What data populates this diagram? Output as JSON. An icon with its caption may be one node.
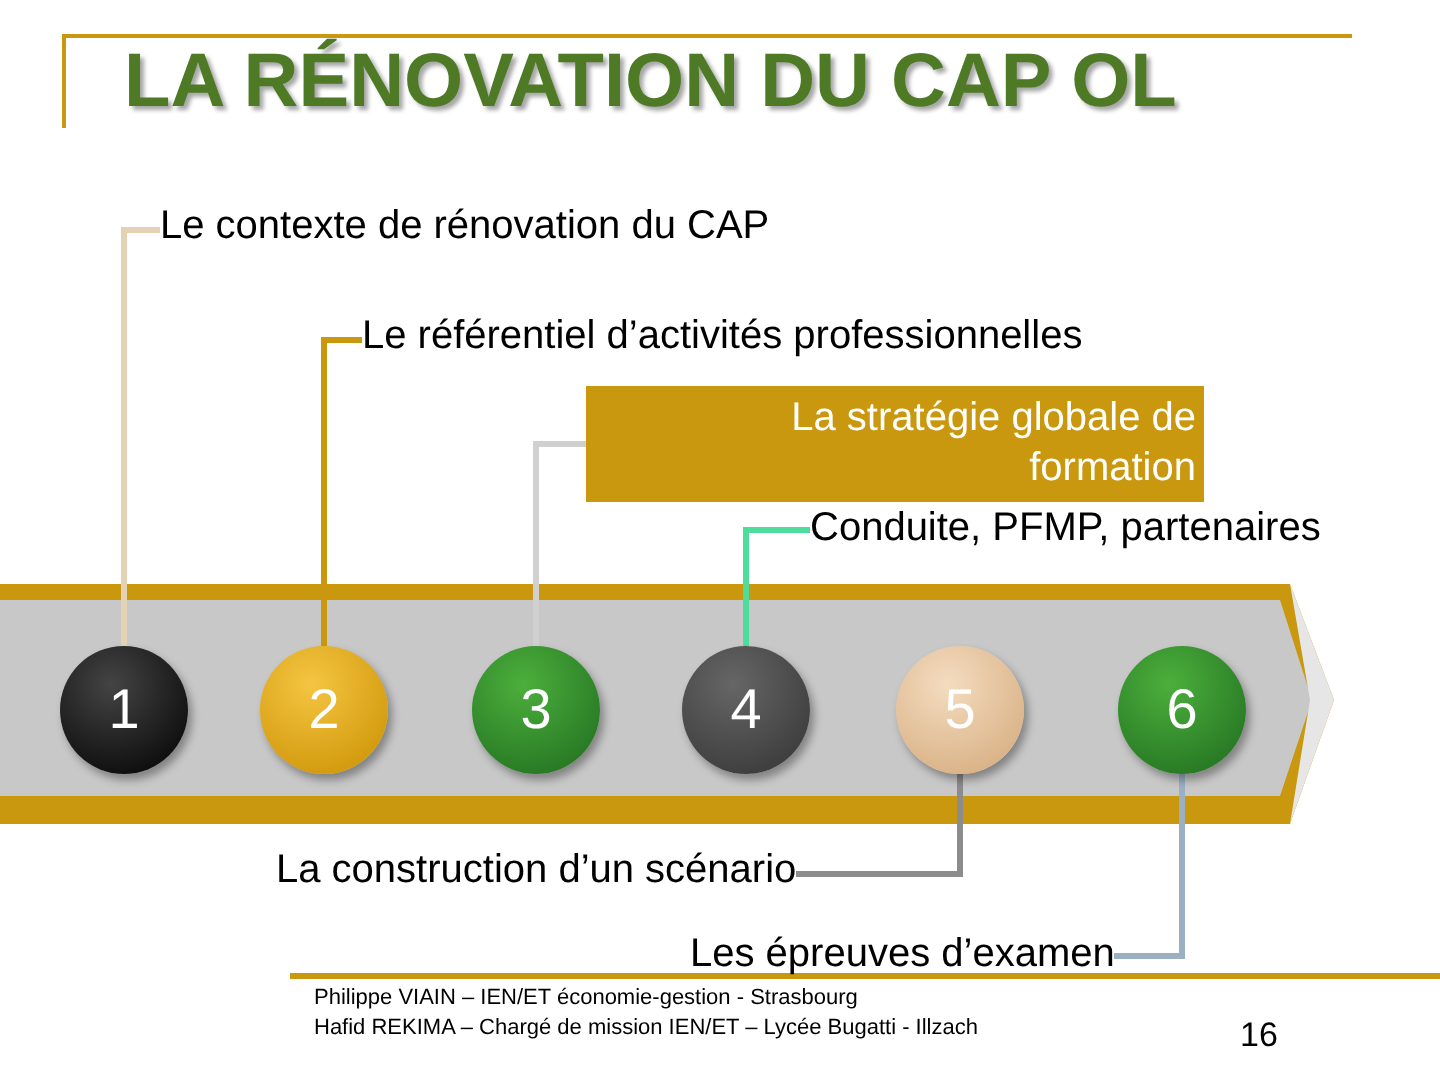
{
  "diagram": {
    "title": "LA RÉNOVATION DU CAP OL",
    "nodes": [
      {
        "text": [
          "1"
        ]
      },
      {
        "text": [
          "2"
        ]
      },
      {
        "text": [
          "3"
        ]
      },
      {
        "text": [
          "4"
        ]
      },
      {
        "text": [
          "5"
        ]
      },
      {
        "text": [
          "6"
        ]
      },
      {
        "text": [
          "Le contexte de rénovation du CAP"
        ]
      },
      {
        "text": [
          "Le référentiel d’activités professionnelles"
        ]
      },
      {
        "text": [
          "La stratégie globale de formation"
        ]
      },
      {
        "text": [
          "Conduite, PFMP, partenaires"
        ]
      },
      {
        "text": [
          "La construction d’un scénario"
        ]
      },
      {
        "text": [
          "Les épreuves d’examen"
        ]
      }
    ],
    "edges": [
      {
        "from": 0,
        "to": 6,
        "arrow": "none",
        "color": "#e3d2b4"
      },
      {
        "from": 1,
        "to": 7,
        "arrow": "none",
        "color": "#c9980e"
      },
      {
        "from": 2,
        "to": 8,
        "arrow": "none",
        "color": "#d0d0d0"
      },
      {
        "from": 3,
        "to": 9,
        "arrow": "none",
        "color": "#4ddc9c"
      },
      {
        "from": 4,
        "to": 10,
        "arrow": "none",
        "color": "#8c8c8c"
      },
      {
        "from": 5,
        "to": 11,
        "arrow": "none",
        "color": "#9bb0c2"
      }
    ],
    "labels": [
      "Philippe VIAIN – IEN/ET économie-gestion - Strasbourg",
      "Hafid REKIMA – Chargé de mission IEN/ET – Lycée Bugatti - Illzach",
      "16"
    ]
  }
}
